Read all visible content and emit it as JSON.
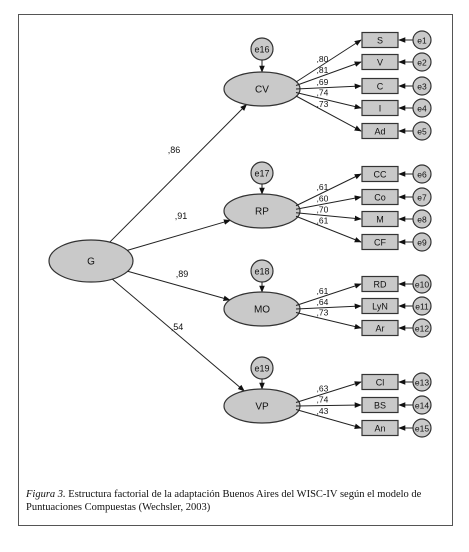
{
  "diagram": {
    "general": {
      "label": "G"
    },
    "factors": [
      {
        "id": "CV",
        "label": "CV",
        "loading": ",86",
        "error": "e16",
        "indicators": [
          {
            "label": "S",
            "loading": ",80",
            "error": "e1"
          },
          {
            "label": "V",
            "loading": ",81",
            "error": "e2"
          },
          {
            "label": "C",
            "loading": ",69",
            "error": "e3"
          },
          {
            "label": "I",
            "loading": ",74",
            "error": "e4"
          },
          {
            "label": "Ad",
            "loading": ",73",
            "error": "e5"
          }
        ]
      },
      {
        "id": "RP",
        "label": "RP",
        "loading": ",91",
        "error": "e17",
        "indicators": [
          {
            "label": "CC",
            "loading": ",61",
            "error": "e6"
          },
          {
            "label": "Co",
            "loading": ",60",
            "error": "e7"
          },
          {
            "label": "M",
            "loading": ",70",
            "error": "e8"
          },
          {
            "label": "CF",
            "loading": ",61",
            "error": "e9"
          }
        ]
      },
      {
        "id": "MO",
        "label": "MO",
        "loading": ",89",
        "error": "e18",
        "indicators": [
          {
            "label": "RD",
            "loading": ",61",
            "error": "e10"
          },
          {
            "label": "LyN",
            "loading": ",64",
            "error": "e11"
          },
          {
            "label": "Ar",
            "loading": ",73",
            "error": "e12"
          }
        ]
      },
      {
        "id": "VP",
        "label": "VP",
        "loading": ",54",
        "error": "e19",
        "indicators": [
          {
            "label": "Cl",
            "loading": ",63",
            "error": "e13"
          },
          {
            "label": "BS",
            "loading": ",74",
            "error": "e14"
          },
          {
            "label": "An",
            "loading": ",43",
            "error": "e15"
          }
        ]
      }
    ]
  },
  "caption": {
    "label": "Figura 3.",
    "text": " Estructura factorial de la adaptación Buenos Aires del WISC-IV según el modelo de Puntuaciones Compuestas (Wechsler, 2003)"
  }
}
